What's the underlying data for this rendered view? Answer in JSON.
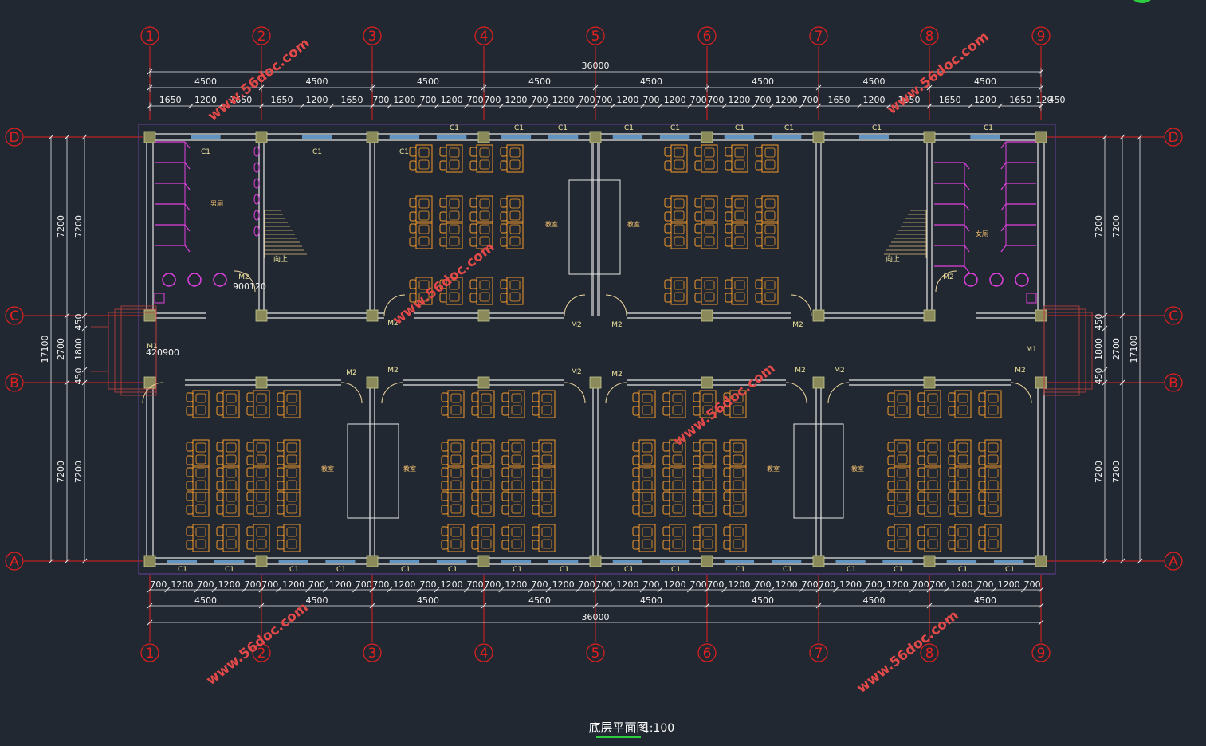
{
  "drawing": {
    "title": "底层平面图",
    "scale": "1:100",
    "overall_dimension": "36000",
    "overall_depth": "17100",
    "column_axes": [
      "1",
      "2",
      "3",
      "4",
      "5",
      "6",
      "7",
      "8",
      "9"
    ],
    "row_axes": [
      "D",
      "C",
      "B",
      "A"
    ],
    "bay_dimensions": [
      "4500",
      "4500",
      "4500",
      "4500",
      "4500",
      "4500",
      "4500",
      "4500"
    ],
    "top_window_dims": [
      "1650",
      "1200",
      "1650",
      "1650",
      "1200",
      "1650",
      "700",
      "1200",
      "700",
      "1200",
      "700",
      "700",
      "1200",
      "700",
      "1200",
      "700",
      "700",
      "1200",
      "700",
      "1200",
      "700",
      "700",
      "1200",
      "700",
      "1200",
      "700",
      "1650",
      "1200",
      "1650",
      "1650",
      "1200",
      "1650",
      "120",
      "450"
    ],
    "bottom_window_dims": [
      "700",
      "1200",
      "700",
      "1200",
      "700",
      "700",
      "1200",
      "700",
      "1200",
      "700",
      "700",
      "1200",
      "700",
      "1200",
      "700",
      "700",
      "1200",
      "700",
      "1200",
      "700",
      "700",
      "1200",
      "700",
      "1200",
      "700",
      "700",
      "1200",
      "700",
      "1200",
      "700",
      "700",
      "1200",
      "700",
      "1200",
      "700",
      "700",
      "1200",
      "700",
      "1200",
      "700"
    ],
    "side_dims": {
      "room_depth": "7200",
      "corridor": "2700",
      "corridor_inner": "1800",
      "wall_offset": "450"
    },
    "labels": {
      "window": "C1",
      "door": "M2",
      "entrance_door": "M1",
      "stair_up": "向上",
      "toilet_left": "男厕",
      "toilet_right": "女厕",
      "classroom": "教室",
      "door_dims_left": "900120",
      "entrance_dims": "420900"
    },
    "watermark": "www.56doc.com"
  },
  "colors": {
    "background": "#222831",
    "axis": "#e02020",
    "wall": "#e6e6e6",
    "window": "#6fa8dc",
    "furniture": "#f39a2b",
    "fixture": "#e040e0",
    "column": "#8a8a5a",
    "outline": "#5a3d8c"
  }
}
